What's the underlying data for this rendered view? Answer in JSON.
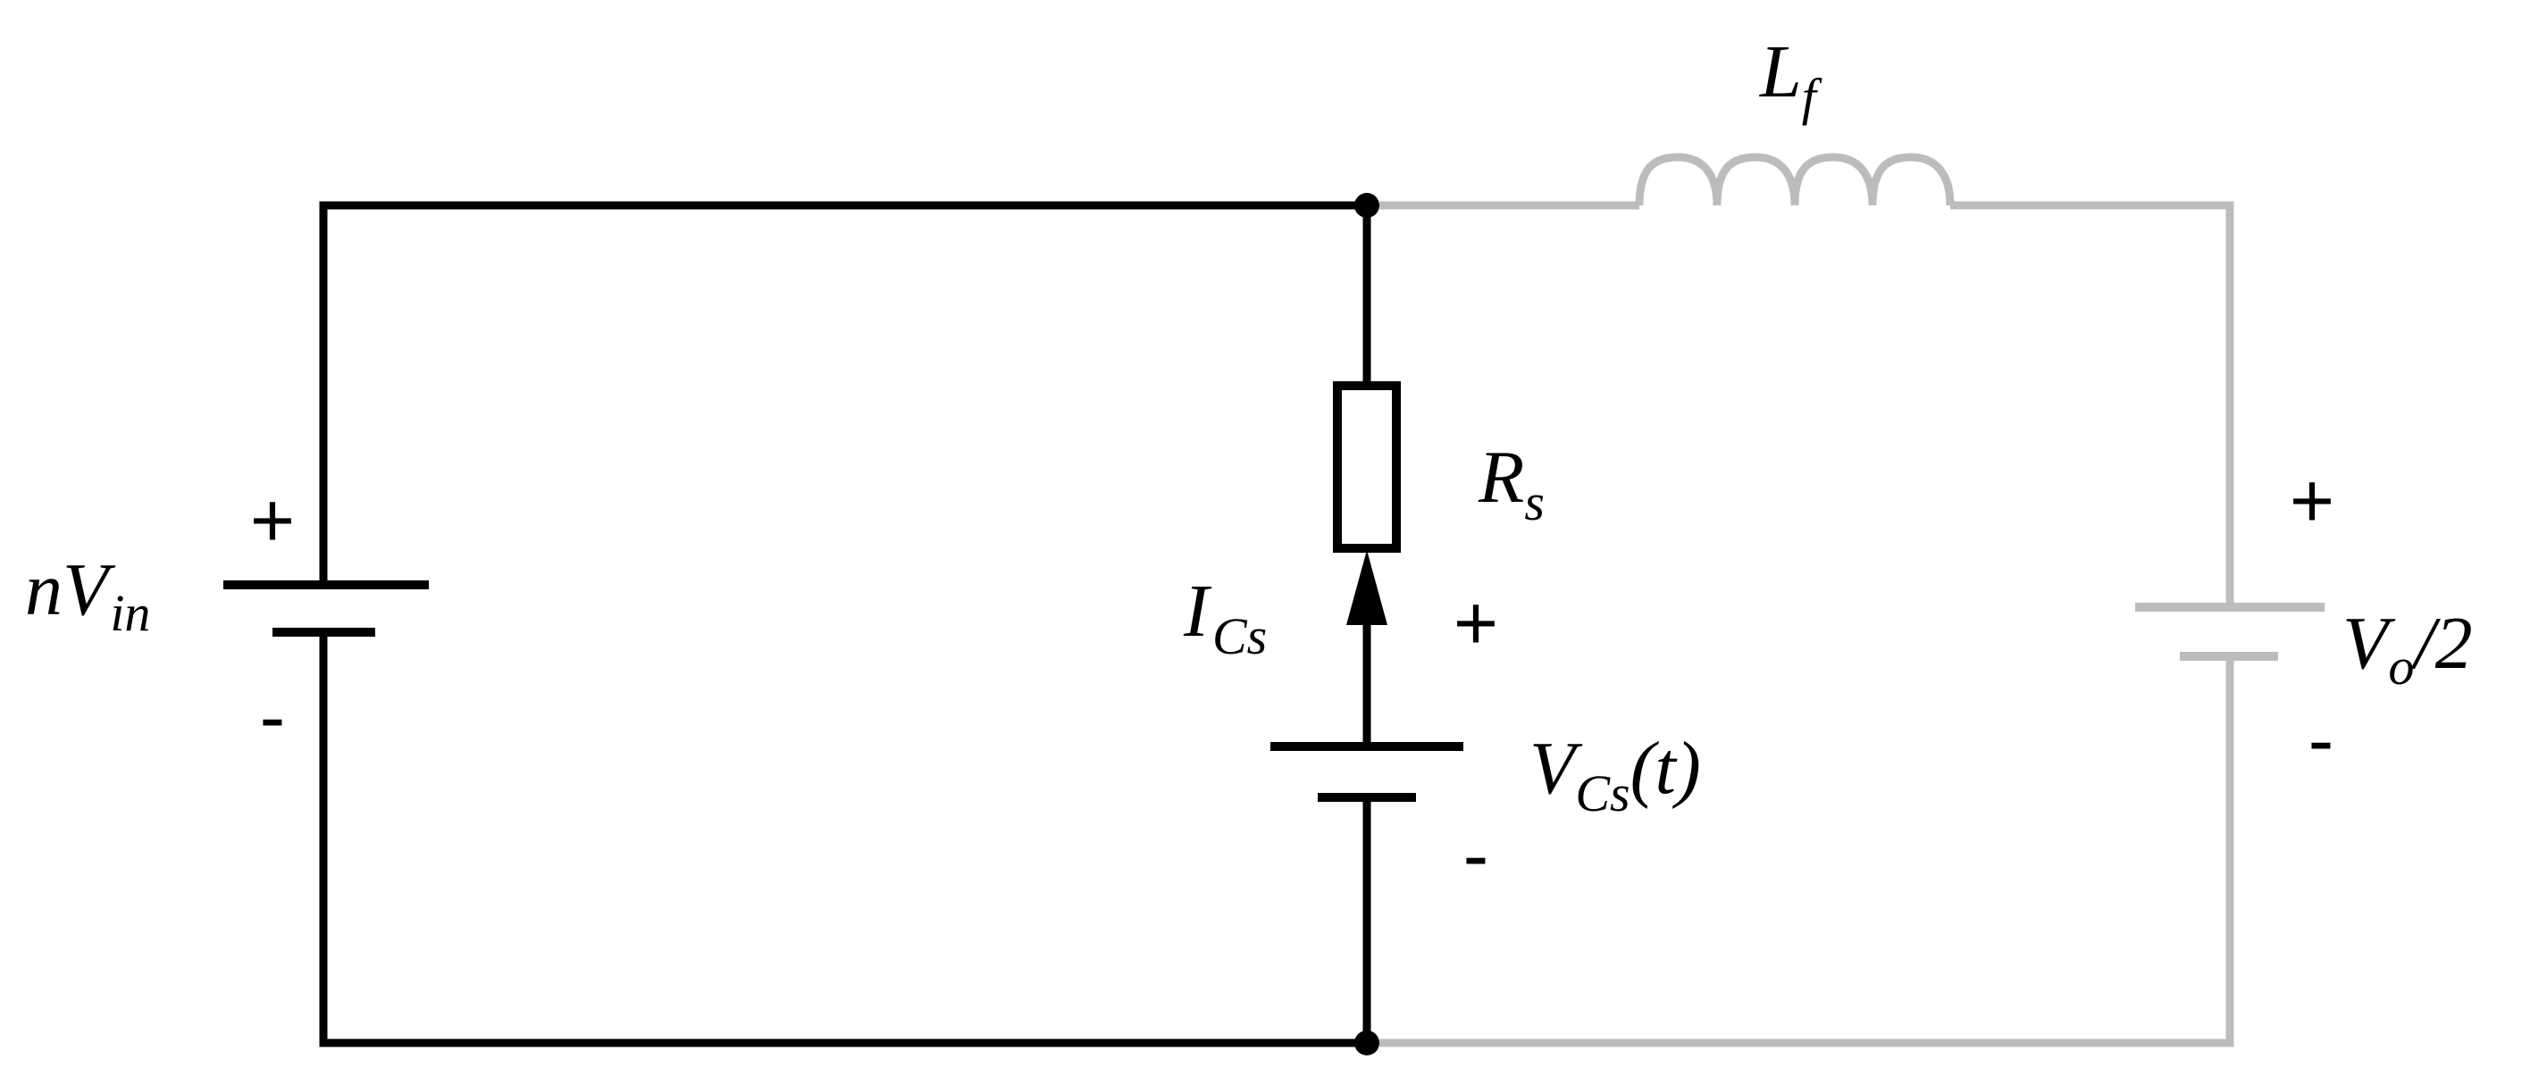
{
  "labels": {
    "source_main": "nV",
    "source_sub": "in",
    "resistor_main": "R",
    "resistor_sub": "s",
    "current_main": "I",
    "current_sub": "Cs",
    "cap_volt_main": "V",
    "cap_volt_sub": "Cs",
    "cap_volt_arg": "(t)",
    "inductor_main": "L",
    "inductor_sub": "f",
    "output_main": "V",
    "output_sub": "o",
    "output_tail": "/2"
  },
  "signs": {
    "plus": "+",
    "minus": "-"
  },
  "colors": {
    "active": "#000000",
    "inactive": "#bcbcbc"
  }
}
